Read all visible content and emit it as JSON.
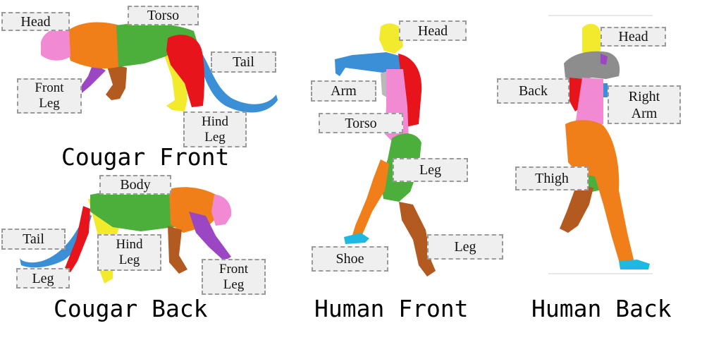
{
  "captions": {
    "cougar_front": "Cougar Front",
    "cougar_back": "Cougar Back",
    "human_front": "Human Front",
    "human_back": "Human Back"
  },
  "labels": {
    "cougar_front": {
      "head": "Head",
      "torso": "Torso",
      "tail": "Tail",
      "front_leg": "Front\nLeg",
      "hind_leg": "Hind\nLeg"
    },
    "cougar_back": {
      "body": "Body",
      "tail": "Tail",
      "hind_leg": "Hind\nLeg",
      "leg": "Leg",
      "front_leg": "Front\nLeg"
    },
    "human_front": {
      "head": "Head",
      "arm": "Arm",
      "torso": "Torso",
      "leg_upper": "Leg",
      "shoe": "Shoe",
      "leg_lower": "Leg"
    },
    "human_back": {
      "head": "Head",
      "back": "Back",
      "right_arm": "Right\nArm",
      "thigh": "Thigh"
    }
  },
  "colors": {
    "head_pink": "#f28ad3",
    "orange": "#f07f1a",
    "green": "#4caf3c",
    "red": "#e8141b",
    "blue": "#3a8fd6",
    "yellow": "#f2ea2c",
    "purple": "#9b46c2",
    "brown": "#b25a1f",
    "gray": "#8d8d8d",
    "cyan": "#1fb8e0"
  }
}
